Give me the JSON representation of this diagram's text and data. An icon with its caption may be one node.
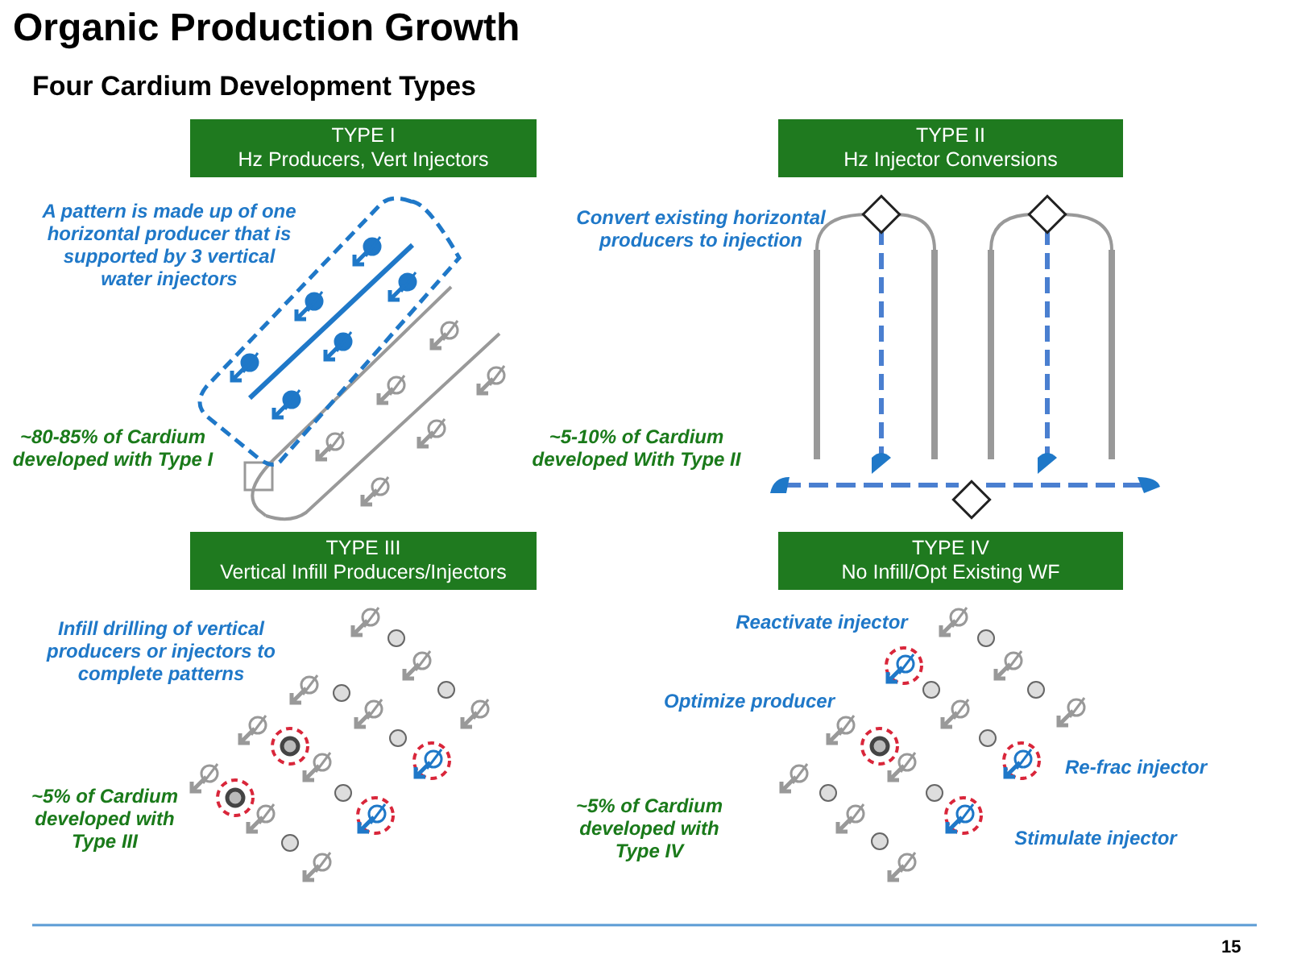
{
  "diagram": {
    "title": "Organic Production Growth",
    "nodes": [
      {
        "text": [
          "TYPE I",
          "Hz Producers, Vert Injectors"
        ]
      },
      {
        "text": [
          "TYPE II",
          "Hz Injector Conversions"
        ]
      },
      {
        "text": [
          "TYPE III",
          "Vertical Infill Producers/Injectors"
        ]
      },
      {
        "text": [
          "TYPE IV",
          "No Infill/Opt Existing WF"
        ]
      }
    ],
    "labels": [
      "Four Cardium Development Types",
      "A pattern is made up of one horizontal producer that is supported by 3 vertical water injectors",
      "Convert existing horizontal producers to injection",
      "~80-85% of Cardium developed with Type I",
      "~5-10% of Cardium developed With Type II",
      "Infill drilling of vertical producers or injectors to complete patterns",
      "Reactivate injector",
      "Optimize producer",
      "Re-frac injector",
      "~5% of Cardium developed with Type III",
      "~5% of Cardium developed with Type IV",
      "Stimulate injector",
      "15"
    ]
  }
}
